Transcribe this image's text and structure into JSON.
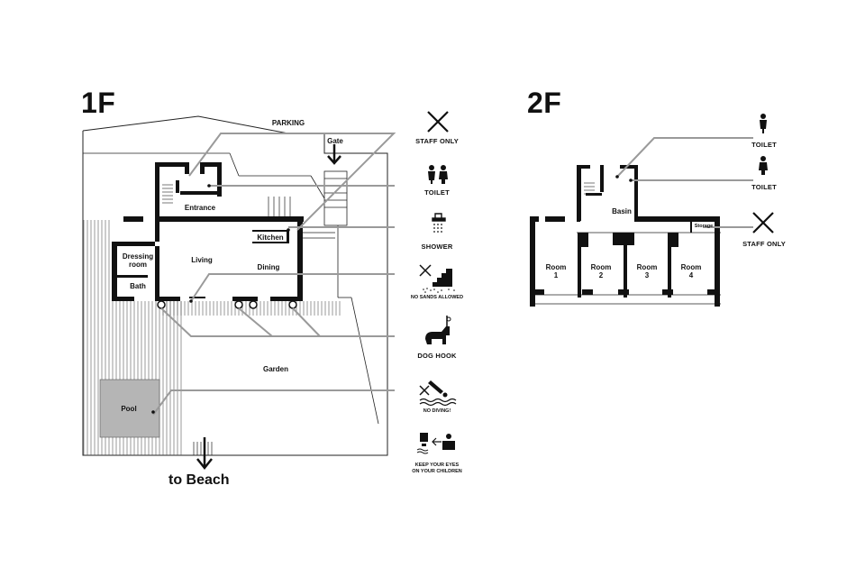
{
  "floors": {
    "first": "1F",
    "second": "2F"
  },
  "first_floor": {
    "parking": "PARKING",
    "gate": "Gate",
    "entrance": "Entrance",
    "kitchen": "Kitchen",
    "dressing_room": "Dressing room",
    "living": "Living",
    "dining": "Dining",
    "bath": "Bath",
    "garden": "Garden",
    "pool": "Pool",
    "to_beach": "to Beach"
  },
  "second_floor": {
    "basin": "Basin",
    "storage": "Storage",
    "rooms": [
      "Room 1",
      "Room 2",
      "Room 3",
      "Room 4"
    ]
  },
  "legend_1f": [
    {
      "icon": "staff-only-icon",
      "label": "STAFF ONLY"
    },
    {
      "icon": "toilet-icon",
      "label": "TOILET"
    },
    {
      "icon": "shower-icon",
      "label": "SHOWER"
    },
    {
      "icon": "no-sands-icon",
      "label": "NO SANDS ALLOWED"
    },
    {
      "icon": "dog-hook-icon",
      "label": "DOG HOOK"
    },
    {
      "icon": "no-diving-icon",
      "label": "NO DIVING!"
    },
    {
      "icon": "watch-children-icon",
      "label": "KEEP YOUR EYES ON YOUR CHILDREN"
    }
  ],
  "legend_2f": [
    {
      "icon": "toilet-icon",
      "label": "TOILET"
    },
    {
      "icon": "toilet-icon",
      "label": "TOILET"
    },
    {
      "icon": "staff-only-icon",
      "label": "STAFF ONLY"
    }
  ]
}
